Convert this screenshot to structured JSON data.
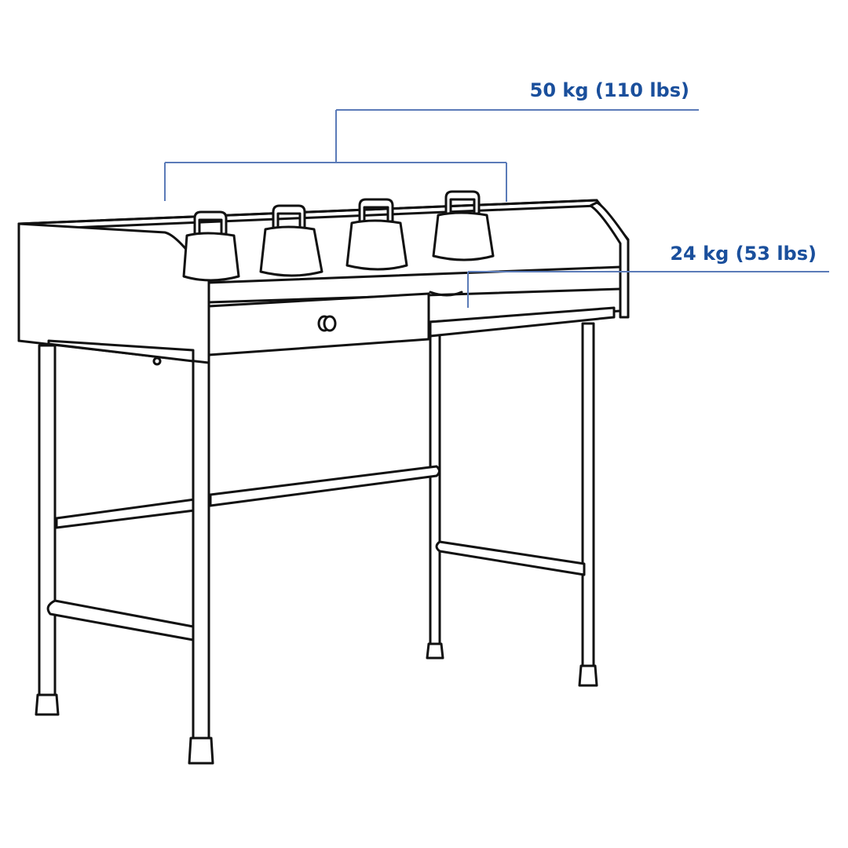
{
  "diagram": {
    "subject": "desk-with-drawer-and-shelf",
    "annotations": {
      "top_load": {
        "label": "50 kg (110 lbs)",
        "target": "desktop-surface"
      },
      "shelf_load": {
        "label": "24 kg (53 lbs)",
        "target": "open-shelf"
      }
    },
    "weights_on_top": 4,
    "colors": {
      "annotation_text": "#1a4f9c",
      "annotation_line": "#5b7bb8",
      "drawing_stroke": "#111111",
      "background": "#ffffff"
    }
  }
}
